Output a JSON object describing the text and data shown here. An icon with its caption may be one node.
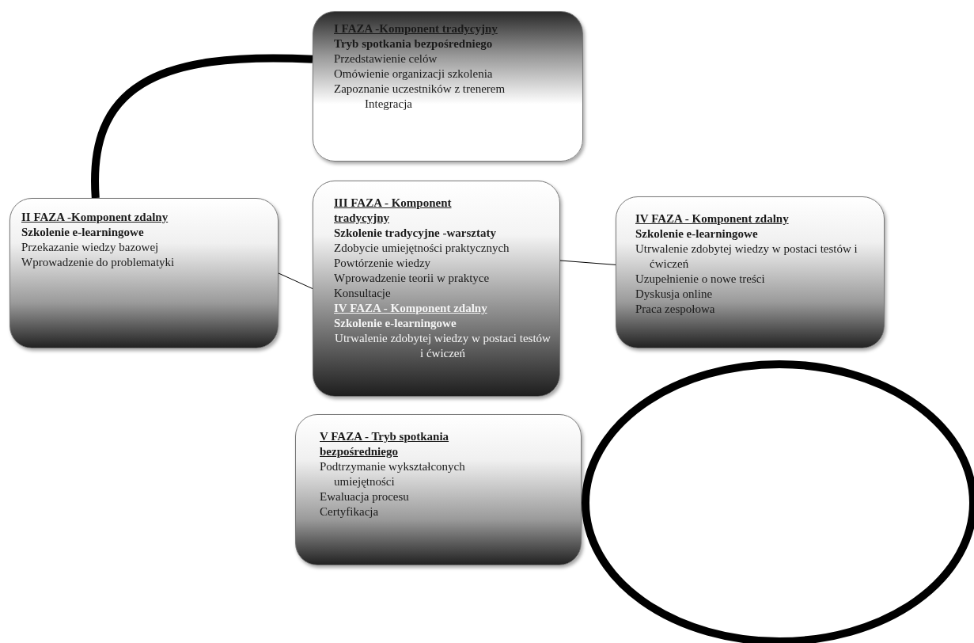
{
  "diagram": {
    "nodes": [
      {
        "text": [
          "I FAZA -Komponent tradycyjny",
          "Tryb spotkania bezpośredniego",
          "Przedstawienie celów",
          "Omówienie organizacji szkolenia",
          "Zapoznanie uczestników z trenerem",
          "Integracja"
        ]
      },
      {
        "text": [
          "II FAZA -Komponent zdalny",
          "Szkolenie e-learningowe",
          "Przekazanie wiedzy bazowej",
          "Wprowadzenie do problematyki"
        ]
      },
      {
        "text": [
          "III FAZA - Komponent tradycyjny",
          "Szkolenie tradycyjne -warsztaty",
          "Zdobycie umiejętności praktycznych",
          "Powtórzenie wiedzy",
          "Wprowadzenie teorii w praktyce",
          "Konsultacje",
          "IV FAZA - Komponent zdalny",
          "Szkolenie e-learningowe",
          "Utrwalenie zdobytej wiedzy w postaci testów i ćwiczeń"
        ]
      },
      {
        "text": [
          "IV FAZA - Komponent zdalny",
          "Szkolenie e-learningowe",
          "Utrwalenie zdobytej wiedzy w postaci testów i ćwiczeń",
          "Uzupełnienie o nowe treści",
          "Dyskusja online",
          "Praca zespołowa"
        ]
      },
      {
        "text": [
          "V FAZA - Tryb spotkania bezpośredniego",
          "Podtrzymanie wykształconych umiejętności",
          "Ewaluacja procesu",
          "Certyfikacja"
        ]
      },
      {
        "text": [],
        "shape": "circle"
      }
    ],
    "edges": [
      {
        "from": 0,
        "to": 1,
        "arrow": "none",
        "style": "thick"
      },
      {
        "from": 1,
        "to": 2,
        "arrow": "none"
      },
      {
        "from": 2,
        "to": 3,
        "arrow": "none"
      }
    ]
  }
}
